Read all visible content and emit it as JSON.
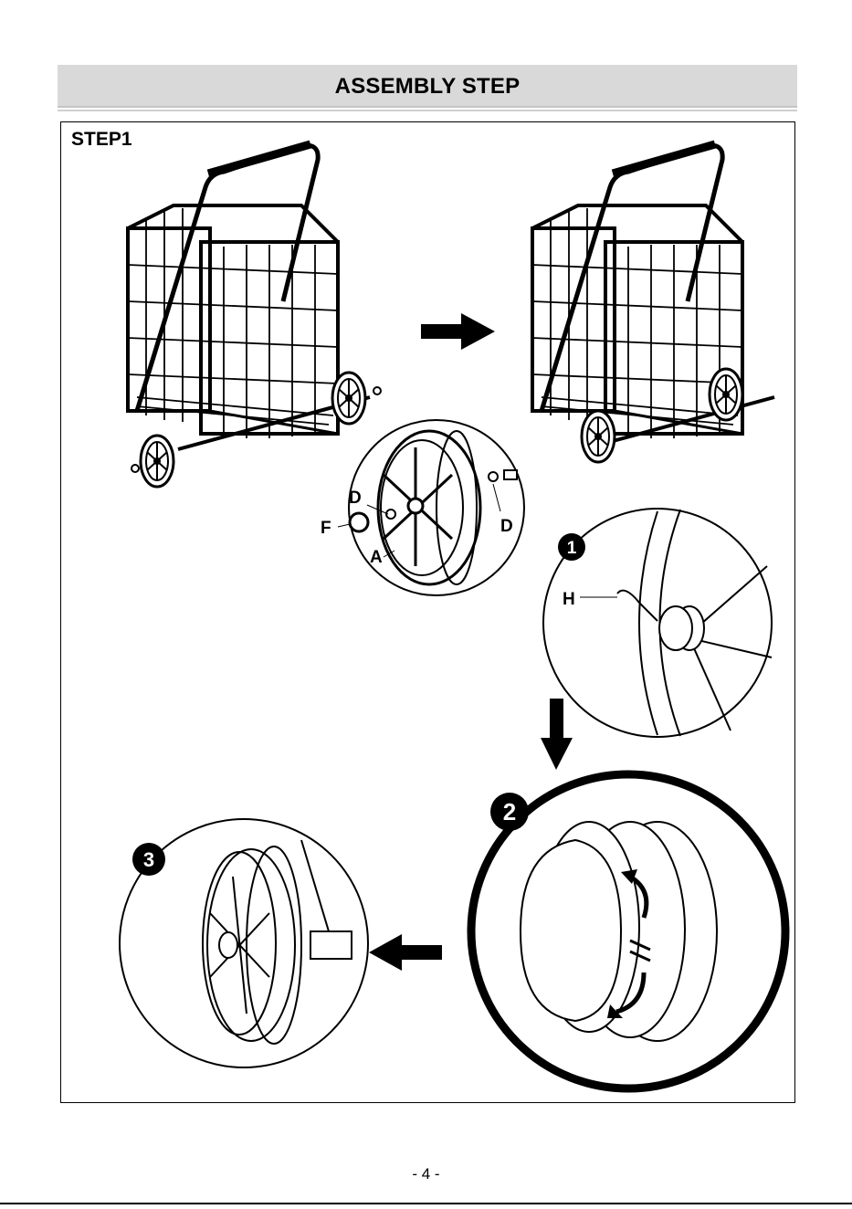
{
  "header": {
    "title": "ASSEMBLY STEP"
  },
  "step": {
    "label": "STEP1"
  },
  "parts": {
    "d_top": "D",
    "d_right": "D",
    "f": "F",
    "a": "A",
    "h": "H"
  },
  "badges": {
    "one": "1",
    "two": "2",
    "three": "3"
  },
  "footer": {
    "page_number": "- 4 -"
  }
}
